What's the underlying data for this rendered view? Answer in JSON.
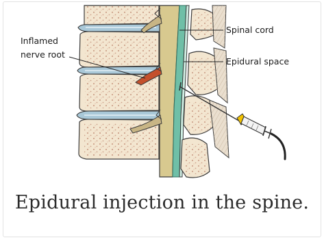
{
  "diagram": {
    "labels": {
      "inflamed_line1": "Inflamed",
      "inflamed_line2": "nerve root",
      "spinal_cord": "Spinal cord",
      "epidural_space": "Epidural space"
    }
  },
  "caption": "Epidural injection in the spine.",
  "colors": {
    "bone": "#f3e6d0",
    "bone_spots": "#c99a84",
    "disc": "#a9c8d8",
    "spinal_cord": "#d8c98f",
    "epidural": "#6fbfa7",
    "nerve": "#c8b585",
    "inflamed": "#c4502c",
    "needle": "#333333"
  }
}
